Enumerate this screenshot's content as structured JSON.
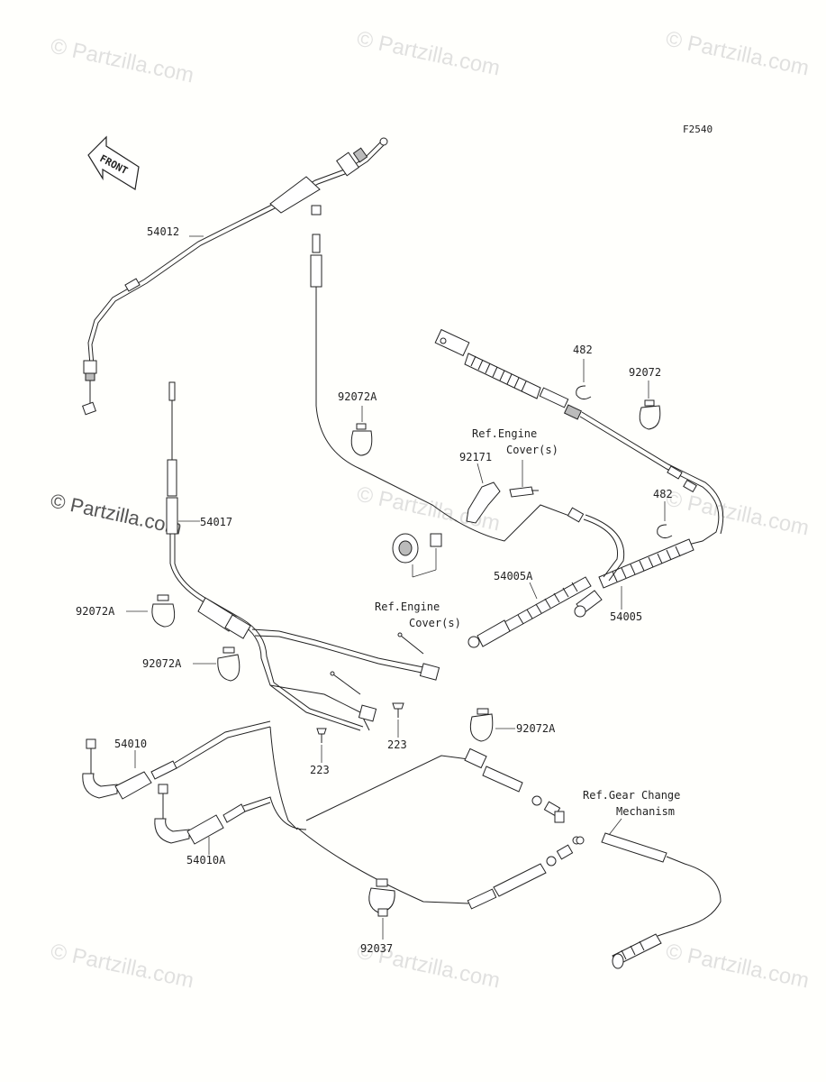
{
  "diagram_code": "F2540",
  "front_label": "FRONT",
  "watermark_text": "© Partzilla.com",
  "parts": {
    "p54012": "54012",
    "p54017": "54017",
    "p92072A_1": "92072A",
    "p92072A_2": "92072A",
    "p92072A_3": "92072A",
    "p92072A_4": "92072A",
    "p482_1": "482",
    "p482_2": "482",
    "p92072": "92072",
    "p92171": "92171",
    "p54005A": "54005A",
    "p54005": "54005",
    "p223_1": "223",
    "p223_2": "223",
    "p54010": "54010",
    "p54010A": "54010A",
    "p92037": "92037"
  },
  "refs": {
    "engine_cover_1_line1": "Ref.Engine",
    "engine_cover_1_line2": "Cover(s)",
    "engine_cover_2_line1": "Ref.Engine",
    "engine_cover_2_line2": "Cover(s)",
    "gear_change_line1": "Ref.Gear Change",
    "gear_change_line2": "Mechanism"
  }
}
